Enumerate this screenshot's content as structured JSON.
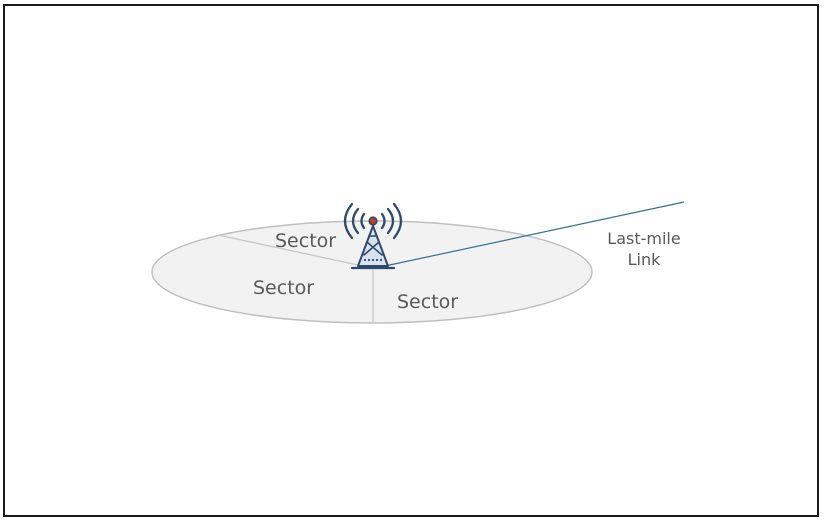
{
  "diagram": {
    "sectors": [
      {
        "label": "Sector"
      },
      {
        "label": "Sector"
      },
      {
        "label": "Sector"
      }
    ],
    "link": {
      "label_line1": "Last-mile",
      "label_line2": "Link"
    },
    "colors": {
      "disc_fill": "#f2f2f2",
      "disc_stroke": "#bfbfbf",
      "divider": "#c8c8c8",
      "link_line": "#31708f",
      "tower": "#2f4a6b",
      "tower_fill": "#d9e2ef",
      "beacon": "#c0392b",
      "text": "#595959"
    },
    "icons": {
      "tower": "cell-tower-icon"
    }
  }
}
